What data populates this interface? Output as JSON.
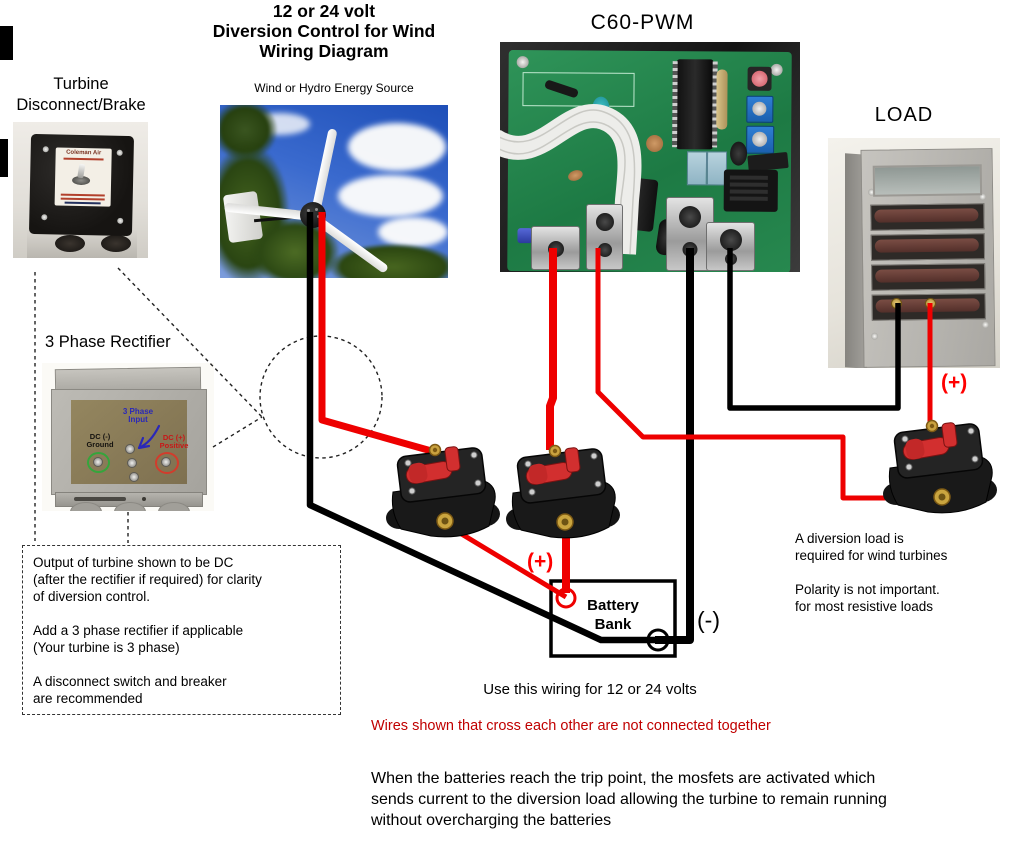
{
  "title": {
    "line1": "12 or 24 volt",
    "line2": "Diversion Control for Wind",
    "line3": "Wiring Diagram"
  },
  "labels": {
    "turbine_disconnect": "Turbine\nDisconnect/Brake",
    "wind_source": "Wind or Hydro Energy Source",
    "c60": "C60-PWM",
    "load": "LOAD",
    "rectifier": "3 Phase Rectifier",
    "battery_bank": "Battery\nBank",
    "battery_plus": "(+)",
    "battery_minus": "(-)",
    "load_plus": "(+)"
  },
  "notes": {
    "dashed_box": "Output of turbine shown to be DC\n(after the rectifier if required) for clarity\nof diversion control.\n\nAdd a 3 phase rectifier if applicable\n(Your turbine is 3 phase)\n\nA disconnect switch and breaker\nare recommended",
    "diversion": "A diversion load is\nrequired for wind turbines\n\nPolarity is not important.\nfor most resistive loads",
    "use_wiring": "Use this wiring for 12 or 24 volts",
    "crossing": "Wires shown that cross each other are not connected together",
    "explanation": "When the batteries reach the trip point, the mosfets are activated which\nsends current to the diversion load allowing the turbine to remain running\nwithout overcharging the batteries"
  },
  "photo_texts": {
    "disconnect_brand": "Coleman Air",
    "rectifier_input": "3 Phase\nInput",
    "rectifier_ground": "DC (-)\nGround",
    "rectifier_positive": "DC (+)\nPositive"
  },
  "colors": {
    "wire_red": "#ee0000",
    "wire_black": "#000000",
    "label_red": "#ff0000",
    "note_red": "#c00000",
    "pcb_green": "#1d7a44",
    "breaker_red": "#d22f2f"
  }
}
